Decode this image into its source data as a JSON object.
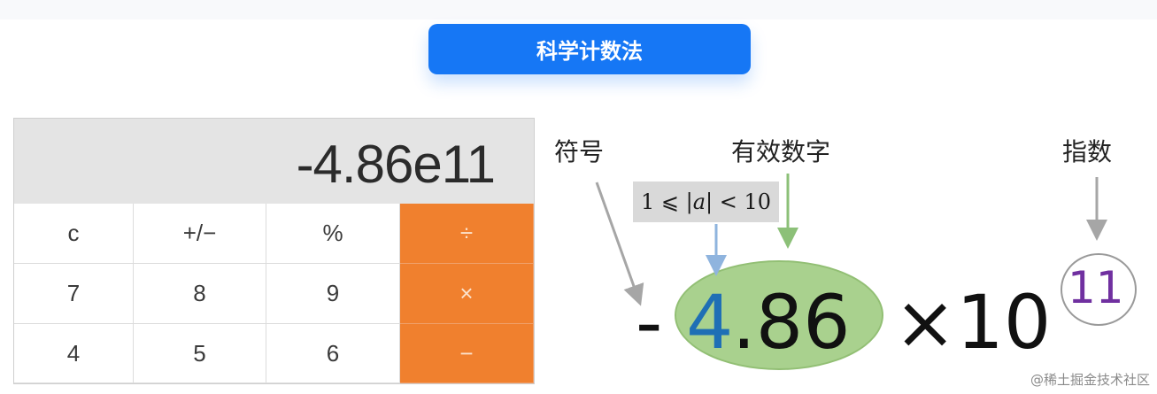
{
  "title": "科学计数法",
  "calculator": {
    "display": "-4.86e11",
    "keys": [
      {
        "label": "c",
        "type": "function"
      },
      {
        "label": "+/−",
        "type": "function"
      },
      {
        "label": "%",
        "type": "function"
      },
      {
        "label": "÷",
        "type": "operator"
      },
      {
        "label": "7",
        "type": "digit"
      },
      {
        "label": "8",
        "type": "digit"
      },
      {
        "label": "9",
        "type": "digit"
      },
      {
        "label": "×",
        "type": "operator"
      },
      {
        "label": "4",
        "type": "digit"
      },
      {
        "label": "5",
        "type": "digit"
      },
      {
        "label": "6",
        "type": "digit"
      },
      {
        "label": "−",
        "type": "operator"
      }
    ]
  },
  "diagram": {
    "labels": {
      "sign": "符号",
      "significand": "有效数字",
      "exponent": "指数"
    },
    "range": {
      "left": "1 ⩽ |",
      "var": "a",
      "right": "| < 10"
    },
    "expression": {
      "sign": "-",
      "lead_digit": "4",
      "rest_digits": ".86",
      "times_base": "×10",
      "exponent": "11"
    }
  },
  "colors": {
    "title_bg": "#1677f5",
    "operator_key": "#f0802e",
    "ellipse_fill": "#a9d18e",
    "lead_digit": "#1f6fb5",
    "exponent": "#7030a0",
    "sign_arrow": "#a6a6a6",
    "significand_arrow": "#8cc078",
    "range_arrow": "#8fb4de"
  },
  "watermark": "@稀土掘金技术社区"
}
